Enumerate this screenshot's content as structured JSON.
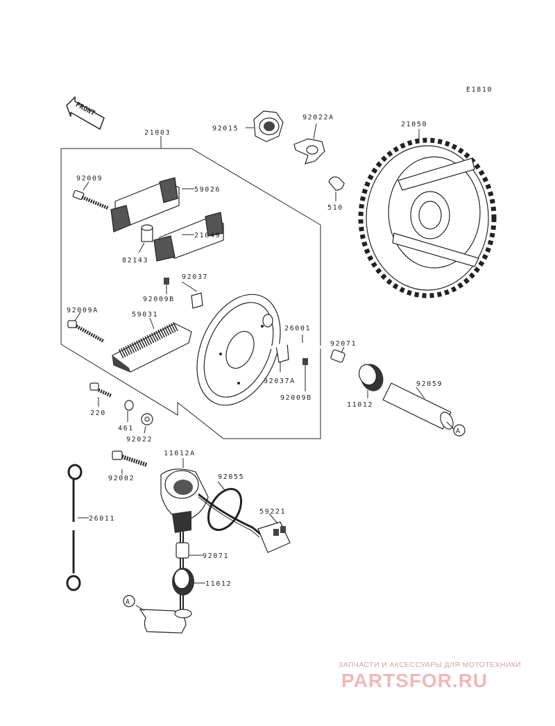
{
  "diagram_code": "E1810",
  "front_label": "FRONT",
  "callouts": {
    "c21003": "21003",
    "c92009": "92009",
    "c59026": "59026",
    "c21049": "21049",
    "c82143": "82143",
    "c92037": "92037",
    "c92009B_a": "92009B",
    "c92009A": "92009A",
    "c59031": "59031",
    "c220": "220",
    "c461": "461",
    "c92022": "92022",
    "c92015": "92015",
    "c92022A": "92022A",
    "c510": "510",
    "c21050": "21050",
    "c26001": "26001",
    "c92071_a": "92071",
    "c92037A": "92037A",
    "c92009B_b": "92009B",
    "c11012_a": "11012",
    "c92059": "92059",
    "c11012A": "11012A",
    "c92002": "92002",
    "c92055": "92055",
    "c26011": "26011",
    "c59221": "59221",
    "c92071_b": "92071",
    "c11012_b": "11012"
  },
  "ref_marker": "A",
  "watermark": {
    "tagline": "ЗАПЧАСТИ И АКСЕССУАРЫ ДЛЯ МОТОТЕХНИКИ",
    "logo": "PARTSFOR.RU"
  },
  "colors": {
    "ink": "#222222",
    "watermark": "#efb8b8"
  }
}
